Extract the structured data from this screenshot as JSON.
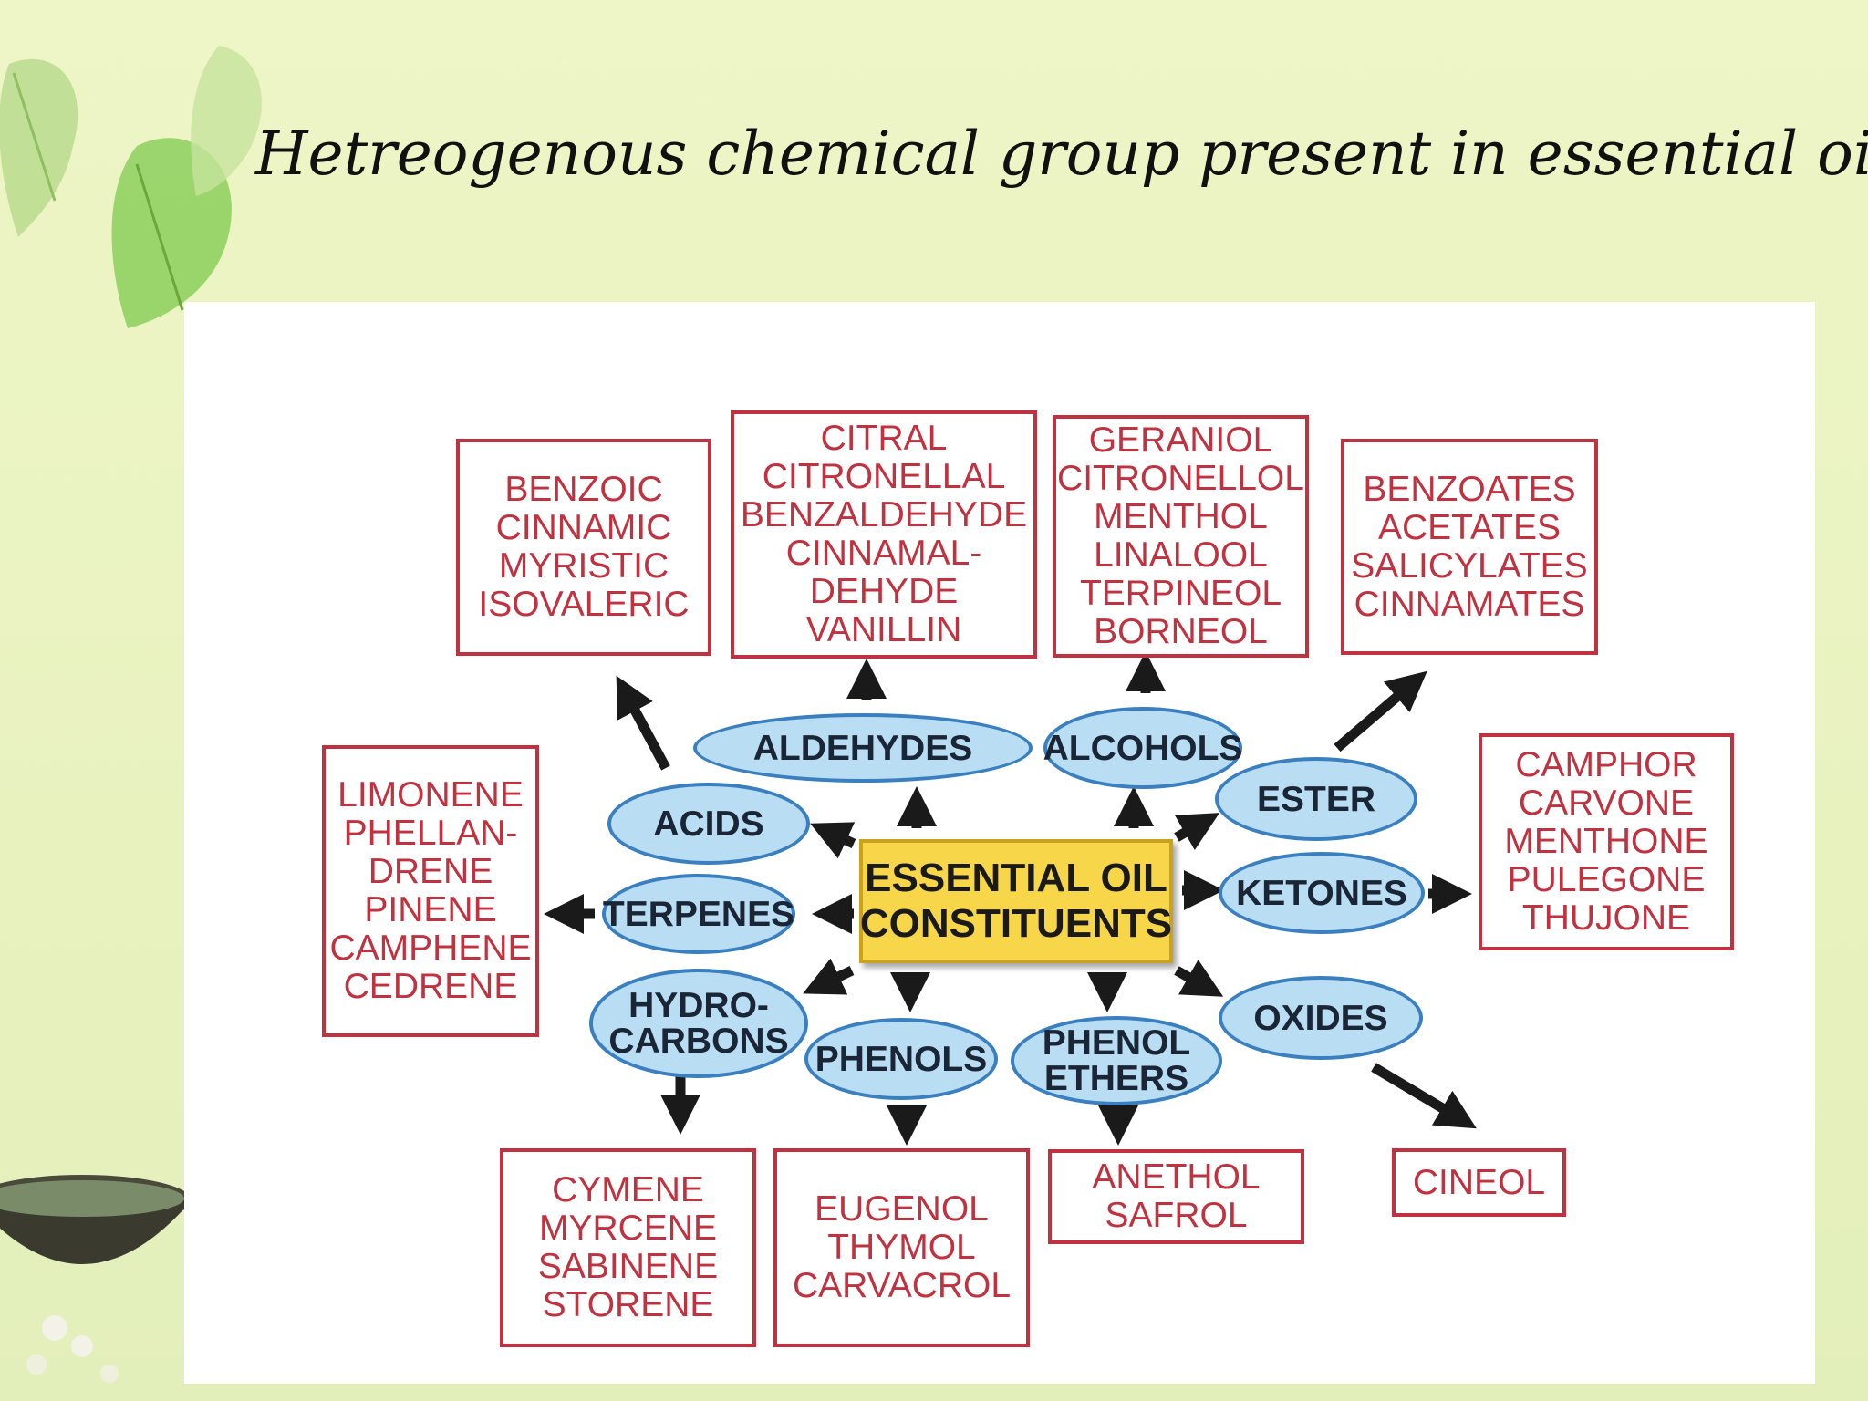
{
  "slide": {
    "title": "Hetreogenous chemical group present in essential oils"
  },
  "colors": {
    "background": "#eef5c6",
    "box_border": "#c0323f",
    "ellipse_fill": "#b9ddf3",
    "ellipse_border": "#3a7fc0",
    "center_fill": "#f7d64a",
    "arrow": "#1a1a1a"
  },
  "diagram": {
    "center": {
      "line1": "ESSENTIAL OIL",
      "line2": "CONSTITUENTS"
    },
    "groups": {
      "aldehydes": "ALDEHYDES",
      "alcohols": "ALCOHOLS",
      "acids": "ACIDS",
      "ester": "ESTER",
      "terpenes": "TERPENES",
      "ketones": "KETONES",
      "hydrocarbons_1": "HYDRO-",
      "hydrocarbons_2": "CARBONS",
      "phenols": "PHENOLS",
      "phenol_ethers_1": "PHENOL",
      "phenol_ethers_2": "ETHERS",
      "oxides": "OXIDES"
    },
    "examples": {
      "acids": [
        "BENZOIC",
        "CINNAMIC",
        "MYRISTIC",
        "ISOVALERIC"
      ],
      "aldehydes": [
        "CITRAL",
        "CITRONELLAL",
        "BENZALDEHYDE",
        "CINNAMAL-",
        "DEHYDE",
        "VANILLIN"
      ],
      "alcohols": [
        "GERANIOL",
        "CITRONELLOL",
        "MENTHOL",
        "LINALOOL",
        "TERPINEOL",
        "BORNEOL"
      ],
      "ester": [
        "BENZOATES",
        "ACETATES",
        "SALICYLATES",
        "CINNAMATES"
      ],
      "terpenes": [
        "LIMONENE",
        "PHELLAN-",
        "DRENE",
        "PINENE",
        "CAMPHENE",
        "CEDRENE"
      ],
      "ketones": [
        "CAMPHOR",
        "CARVONE",
        "MENTHONE",
        "PULEGONE",
        "THUJONE"
      ],
      "hydrocarbons": [
        "CYMENE",
        "MYRCENE",
        "SABINENE",
        "STORENE"
      ],
      "phenols": [
        "EUGENOL",
        "THYMOL",
        "CARVACROL"
      ],
      "phenol_ethers": [
        "ANETHOL",
        "SAFROL"
      ],
      "oxides": [
        "CINEOL"
      ]
    }
  }
}
